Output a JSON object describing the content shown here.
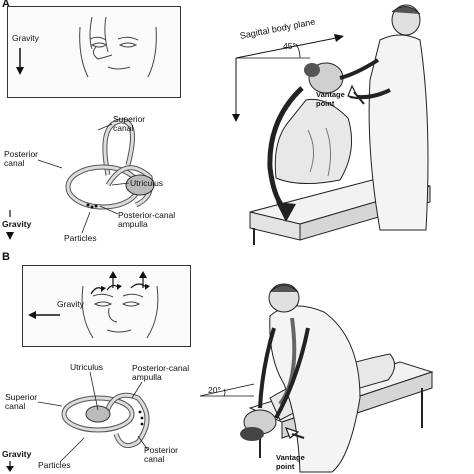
{
  "panel_a": {
    "letter": "A",
    "face_box": {
      "gravity_label": "Gravity"
    },
    "labyrinth": {
      "superior_canal": "Superior\ncanal",
      "posterior_canal": "Posterior\ncanal",
      "utriculus": "Utriculus",
      "posterior_canal_ampulla": "Posterior-canal\nampulla",
      "particles": "Particles",
      "gravity": "Gravity"
    },
    "scene": {
      "plane_label": "Sagittal body plane",
      "angle": "45°",
      "vantage": "Vantage\npoint"
    }
  },
  "panel_b": {
    "letter": "B",
    "face_box": {
      "gravity_label": "Gravity"
    },
    "labyrinth": {
      "utriculus": "Utriculus",
      "posterior_canal_ampulla": "Posterior-canal\nampulla",
      "superior_canal": "Superior\ncanal",
      "posterior_canal": "Posterior\ncanal",
      "particles": "Particles",
      "gravity": "Gravity"
    },
    "scene": {
      "angle": "20°",
      "vantage": "Vantage\npoint"
    }
  }
}
